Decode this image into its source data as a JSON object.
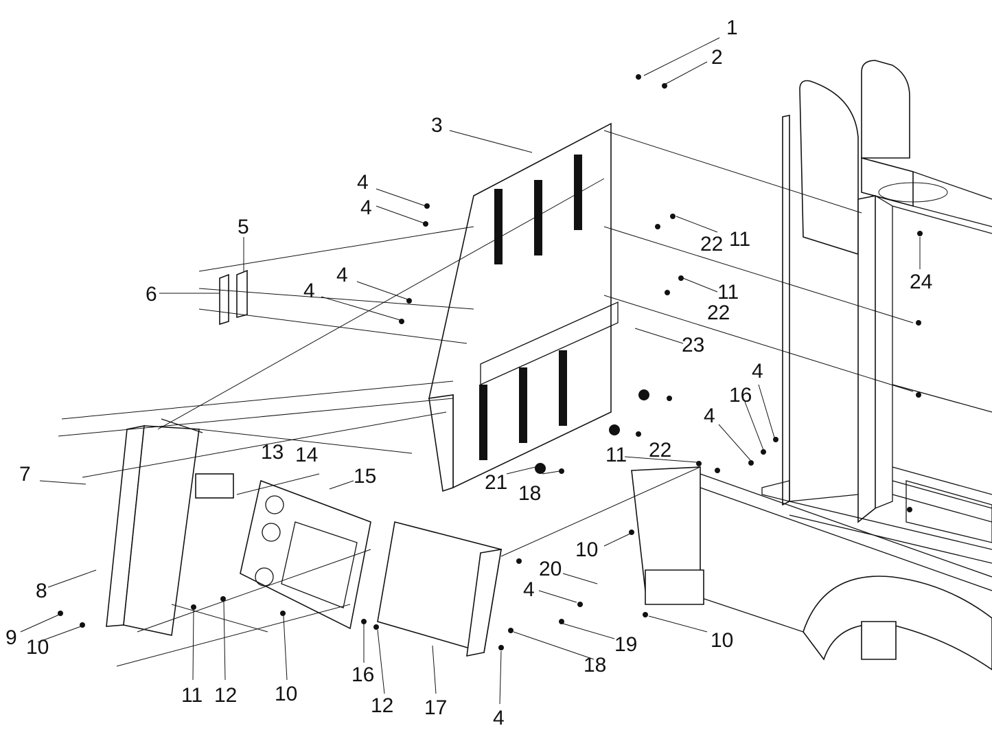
{
  "labels": [
    "1",
    "2",
    "3",
    "4",
    "4",
    "5",
    "6",
    "4",
    "4",
    "11",
    "22",
    "11",
    "22",
    "24",
    "23",
    "4",
    "16",
    "4",
    "13",
    "14",
    "15",
    "7",
    "11",
    "22",
    "21",
    "18",
    "10",
    "20",
    "4",
    "8",
    "9",
    "10",
    "11",
    "12",
    "10",
    "16",
    "12",
    "17",
    "4",
    "18",
    "19",
    "10"
  ],
  "colors": {
    "line": "#111111",
    "background": "#ffffff"
  }
}
